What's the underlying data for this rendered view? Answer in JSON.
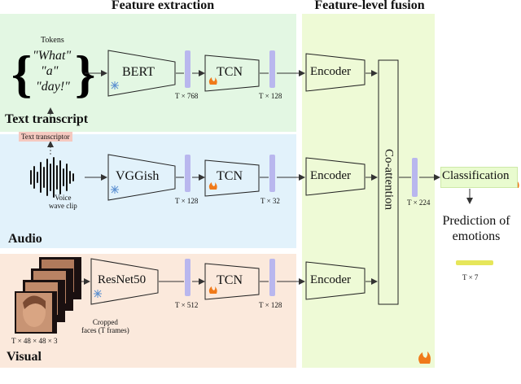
{
  "headers": {
    "feature_extraction": "Feature extraction",
    "fusion": "Feature-level fusion"
  },
  "text_row": {
    "title": "Text transcript",
    "tokens_label": "Tokens",
    "tokens": [
      "\"What\"",
      "\"a\"",
      "\"day!\""
    ],
    "model": "BERT",
    "tcn": "TCN",
    "dim1": "T × 768",
    "dim2": "T × 128",
    "encoder": "Encoder"
  },
  "transcript_tag": "Text transcriptor",
  "audio_row": {
    "title": "Audio",
    "voice_label": "Voice\nwave clip",
    "model": "VGGish",
    "tcn": "TCN",
    "dim1": "T × 128",
    "dim2": "T × 32",
    "encoder": "Encoder"
  },
  "visual_row": {
    "title": "Visual",
    "faces_label": "Cropped\nfaces (T frames)",
    "input_dim": "T × 48 × 48 × 3",
    "model": "ResNet50",
    "tcn": "TCN",
    "dim1": "T × 512",
    "dim2": "T × 128",
    "encoder": "Encoder"
  },
  "fusion": {
    "coattention": "Co-attention",
    "out_dim": "T × 224",
    "classification": "Classification",
    "prediction": "Prediction of\nemotions",
    "pred_dim": "T × 7"
  },
  "colors": {
    "text_bg": "#e3f7e3",
    "audio_bg": "#e2f2fb",
    "visual_bg": "#fbe9dc",
    "fusion_bg": "#eefad6",
    "vector": "#b9b7ee",
    "tag": "#f5c9c0",
    "prediction_bar": "#e6e65a"
  }
}
